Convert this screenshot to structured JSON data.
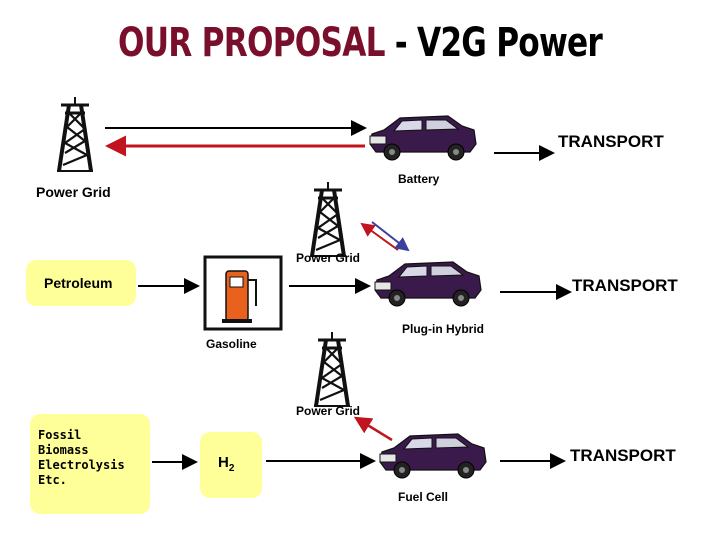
{
  "title": {
    "part1": "OUR PROPOSAL",
    "part2": " - V2G Power"
  },
  "row1": {
    "grid_label": "Power Grid",
    "transport": "TRANSPORT",
    "car_label": "Battery"
  },
  "row2": {
    "grid_label": "Power Grid",
    "source": "Petroleum",
    "transport": "TRANSPORT",
    "station_label": "Gasoline",
    "car_label": "Plug-in Hybrid"
  },
  "row3": {
    "grid_label": "Power Grid",
    "sources": [
      "Fossil",
      "Biomass",
      "Electrolysis",
      "Etc."
    ],
    "fuel_main": "H",
    "fuel_sub": "2",
    "transport": "TRANSPORT",
    "car_label": "Fuel Cell"
  },
  "colors": {
    "title_red": "#7a0f2c",
    "source_box": "#ffff99",
    "red_arrow": "#c0141e",
    "blue_arrow": "#3b3fa0",
    "car": "#3a1a4a",
    "pump": "#e8621e"
  },
  "icons": [
    "power-tower-icon",
    "car-icon",
    "gas-pump-icon"
  ]
}
